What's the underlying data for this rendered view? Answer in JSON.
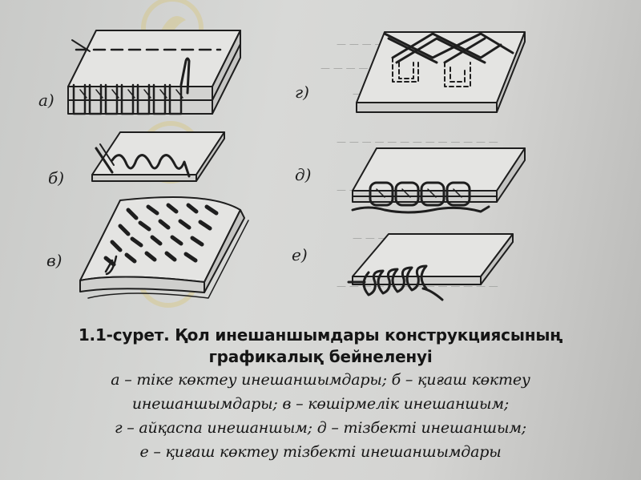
{
  "figure": {
    "labels": {
      "a": "а)",
      "b": "б)",
      "v": "в)",
      "g": "г)",
      "d": "д)",
      "e": "е)"
    },
    "caption_title_line1": "1.1-сурет. Қол инешаншымдары конструкциясының",
    "caption_title_line2": "графикалық бейнеленуі",
    "caption_lines": [
      "а – тіке көктеу инешаншымдары; б – қиғаш көктеу",
      "инешаншымдары; в – көшірмелік инешаншым;",
      "г – айқаспа инешаншым; д – тізбекті инешаншым;",
      "е – қиғаш көктеу тізбекті инешаншымдары"
    ]
  },
  "colors": {
    "ink": "#1e1e1e",
    "paper": "#d6d7d5",
    "watermark": "#d9c36a"
  }
}
